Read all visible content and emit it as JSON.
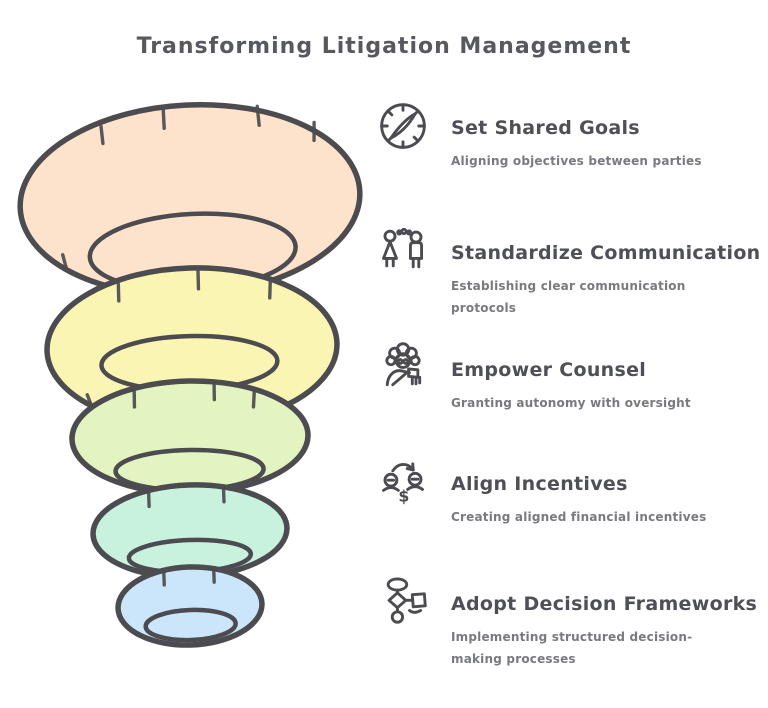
{
  "title": "Transforming Litigation Management",
  "palette": {
    "outline": "#4b4b50",
    "title_color": "#58595e",
    "item_title_color": "#4f5055",
    "item_desc_color": "#797a7f",
    "background": "#ffffff"
  },
  "chart_data": {
    "type": "funnel",
    "title": "Transforming Litigation Management",
    "orientation": "top-to-bottom, widest layer on top",
    "layers": [
      {
        "rank": 1,
        "label": "Set Shared Goals",
        "fill": "#fde3cc"
      },
      {
        "rank": 2,
        "label": "Standardize Communication",
        "fill": "#faf5b2"
      },
      {
        "rank": 3,
        "label": "Empower Counsel",
        "fill": "#e3f4c1"
      },
      {
        "rank": 4,
        "label": "Align Incentives",
        "fill": "#c9f2de"
      },
      {
        "rank": 5,
        "label": "Adopt Decision Frameworks",
        "fill": "#cbe6fa"
      }
    ]
  },
  "items": [
    {
      "icon": "compass-icon",
      "title": "Set Shared Goals",
      "description": "Aligning objectives between parties"
    },
    {
      "icon": "people-chat-icon",
      "title": "Standardize Communication",
      "description": "Establishing clear communication protocols"
    },
    {
      "icon": "person-counsel-icon",
      "title": "Empower Counsel",
      "description": "Granting autonomy with oversight"
    },
    {
      "icon": "incentive-exchange-icon",
      "title": "Align Incentives",
      "description": "Creating aligned financial incentives"
    },
    {
      "icon": "flowchart-icon",
      "title": "Adopt Decision Frameworks",
      "description": "Implementing structured decision-making processes"
    }
  ]
}
